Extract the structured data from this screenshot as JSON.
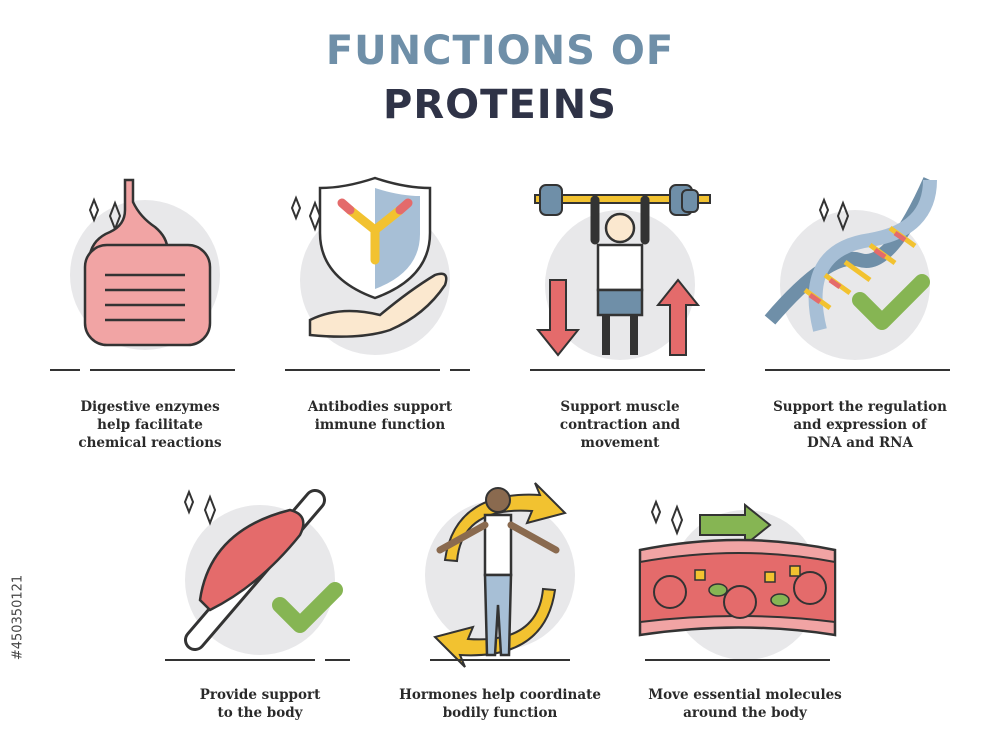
{
  "title": {
    "line1": "FUNCTIONS OF",
    "line2": "PROTEINS"
  },
  "panels": [
    {
      "caption": "Digestive enzymes\nhelp facilitate\nchemical reactions",
      "icon": "digestive-tract-icon"
    },
    {
      "caption": "Antibodies support\nimmune function",
      "icon": "antibody-shield-icon"
    },
    {
      "caption": "Support muscle\ncontraction and\nmovement",
      "icon": "weightlifter-icon"
    },
    {
      "caption": "Support the regulation\nand expression of\nDNA and RNA",
      "icon": "dna-helix-icon"
    },
    {
      "caption": "Provide support\nto the body",
      "icon": "muscle-bone-icon"
    },
    {
      "caption": "Hormones help coordinate\nbodily function",
      "icon": "hormone-cycle-icon"
    },
    {
      "caption": "Move essential molecules\naround the body",
      "icon": "blood-vessel-icon"
    }
  ],
  "stock_id": "#450350121",
  "colors": {
    "title_light": "#6f8fa8",
    "title_dark": "#2f3347",
    "circle": "#e8e8ea",
    "check": "#86b553",
    "arrow_red": "#e46b6b",
    "arrow_yellow": "#f2c230"
  }
}
